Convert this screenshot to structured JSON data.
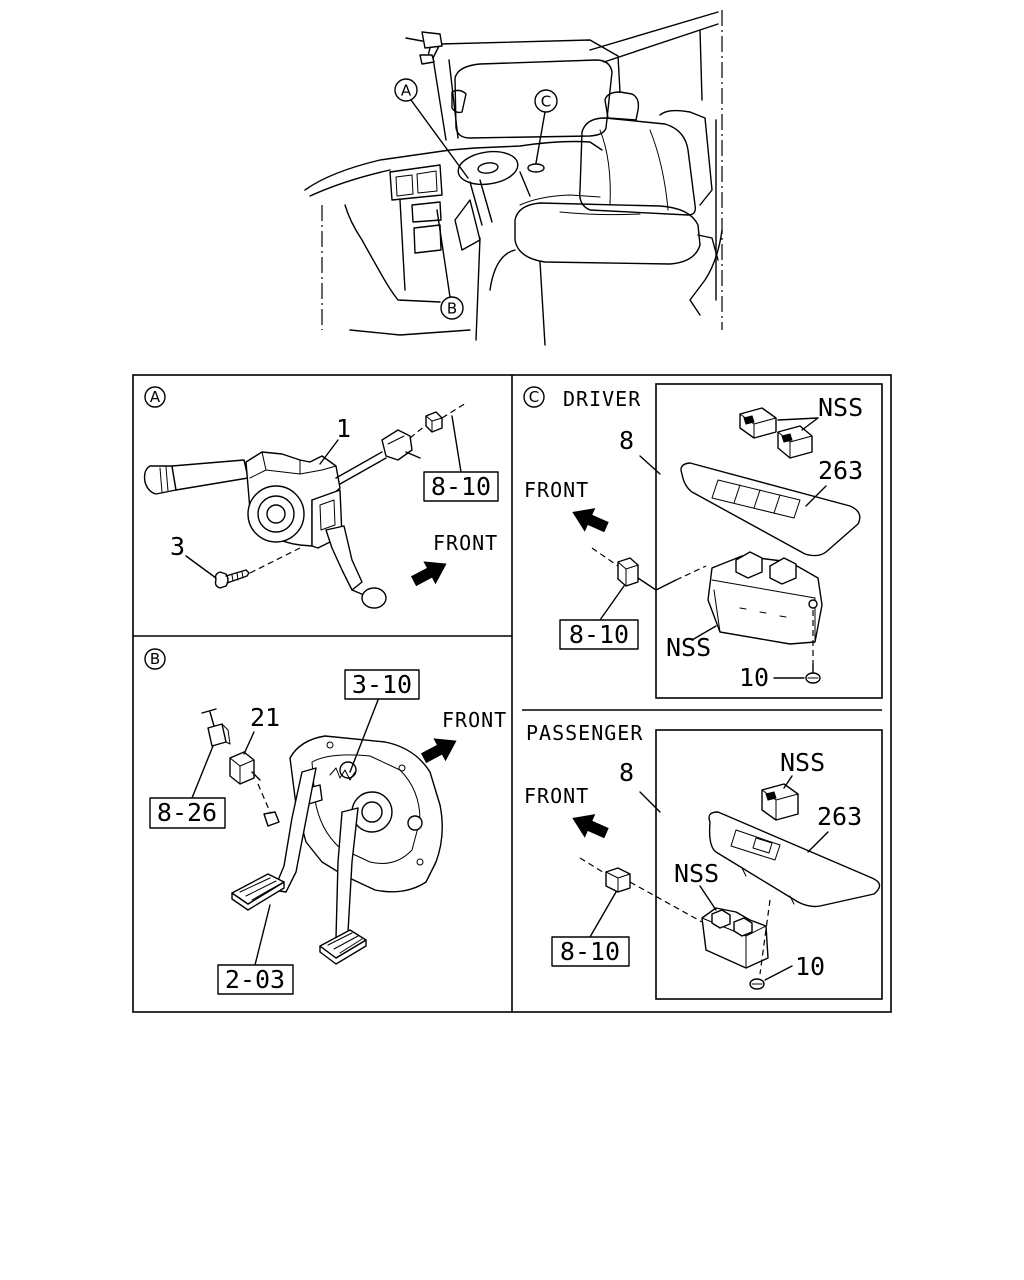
{
  "overview": {
    "callout_a": "A",
    "callout_b": "B",
    "callout_c": "C"
  },
  "panel_a": {
    "callout": "A",
    "part_1": "1",
    "connector_ref": "8-10",
    "part_3": "3",
    "front_label": "FRONT"
  },
  "panel_b": {
    "callout": "B",
    "bracket_ref": "3-10",
    "front_label": "FRONT",
    "part_21": "21",
    "connector_ref": "8-26",
    "pedal_ref": "2-03"
  },
  "panel_c": {
    "callout": "C",
    "driver": {
      "title": "DRIVER",
      "knob_label": "NSS",
      "part_8": "8",
      "part_263": "263",
      "front_label": "FRONT",
      "connector_ref": "8-10",
      "switch_label": "NSS",
      "part_10": "10"
    },
    "passenger": {
      "title": "PASSENGER",
      "part_8": "8",
      "knob_label": "NSS",
      "part_263": "263",
      "front_label": "FRONT",
      "switch_label": "NSS",
      "connector_ref": "8-10",
      "part_10": "10"
    }
  }
}
